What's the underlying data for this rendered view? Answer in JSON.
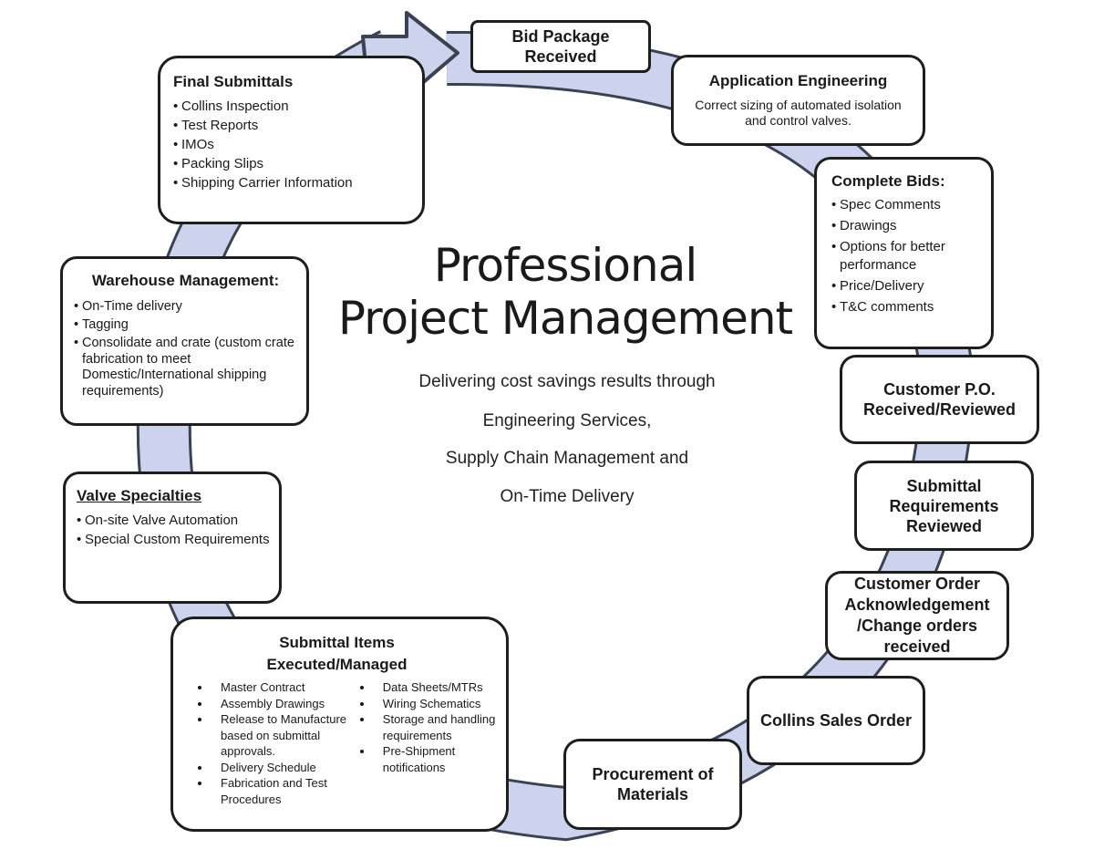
{
  "title": "Professional\nProject Management",
  "subtitle_lines": [
    "Delivering cost savings results through",
    "Engineering Services,",
    "Supply Chain Management and",
    "On-Time Delivery"
  ],
  "colors": {
    "ring_fill": "#cdd3ec",
    "ring_stroke": "#3b4252",
    "box_border": "#1e1e1e"
  },
  "nodes": {
    "bid_package": "Bid Package\nReceived",
    "application_engineering": {
      "title": "Application Engineering",
      "text": "Correct sizing of automated isolation\nand control valves."
    },
    "complete_bids": {
      "title": "Complete Bids:",
      "items": [
        "Spec Comments",
        "Drawings",
        "Options for better performance",
        "Price/Delivery",
        "T&C comments"
      ]
    },
    "customer_po": "Customer P.O.\nReceived/Reviewed",
    "submittal_requirements": "Submittal\nRequirements\nReviewed",
    "customer_order": "Customer Order\nAcknowledgement\n/Change orders\nreceived",
    "collins_sales_order": "Collins Sales Order",
    "procurement": "Procurement of\nMaterials",
    "submittal_items": {
      "title": "Submittal Items\nExecuted/Managed",
      "left_items": [
        "Master Contract",
        "Assembly Drawings",
        "Release to Manufacture based on submittal approvals.",
        "Delivery Schedule",
        "Fabrication and Test Procedures"
      ],
      "right_items": [
        "Data Sheets/MTRs",
        "Wiring Schematics",
        "Storage and handling requirements",
        "Pre-Shipment notifications"
      ]
    },
    "valve_specialties": {
      "title": "Valve Specialties",
      "items": [
        "On-site Valve Automation",
        "Special Custom Requirements"
      ]
    },
    "warehouse": {
      "title": "Warehouse Management:",
      "items": [
        "On-Time delivery",
        "Tagging",
        "Consolidate and crate (custom crate fabrication to meet Domestic/International shipping requirements)"
      ]
    },
    "final_submittals": {
      "title": "Final Submittals",
      "items": [
        "Collins Inspection",
        "Test Reports",
        "IMOs",
        "Packing Slips",
        "Shipping Carrier Information"
      ]
    }
  },
  "bullet": "•"
}
